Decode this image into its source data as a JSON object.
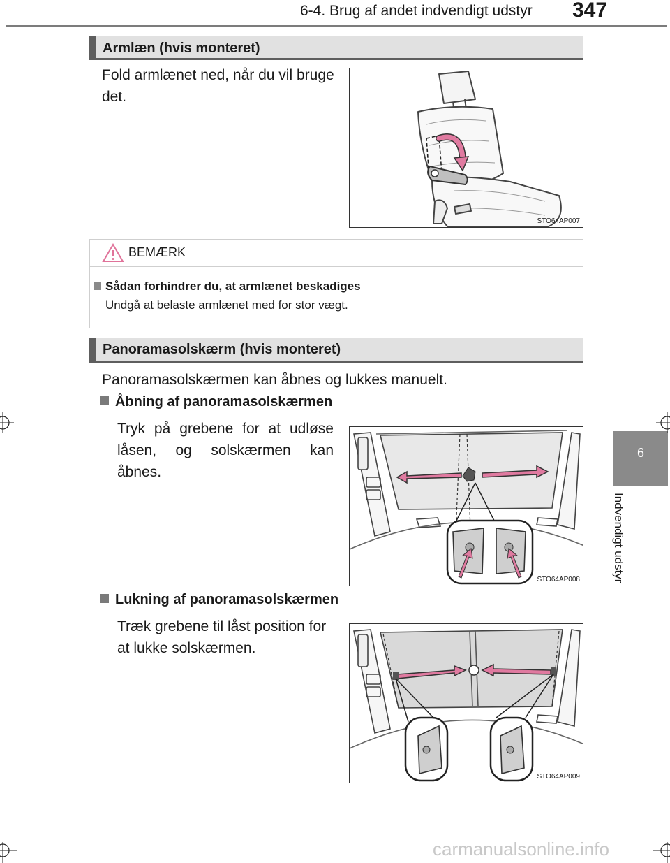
{
  "header": {
    "title": "6-4. Brug af andet indvendigt udstyr",
    "page_number": "347"
  },
  "side_tab": {
    "number": "6",
    "label": "Indvendigt udstyr"
  },
  "armrest": {
    "heading": "Armlæn (hvis monteret)",
    "text": "Fold armlænet ned, når du vil bruge det.",
    "figure_code": "STO64AP007"
  },
  "notice": {
    "label": "BEMÆRK",
    "title": "Sådan forhindrer du, at armlænet beskadiges",
    "text": "Undgå at belaste armlænet med for stor vægt."
  },
  "sunshade": {
    "heading": "Panoramasolskærm (hvis monteret)",
    "intro": "Panoramasolskærmen kan åbnes og lukkes manuelt.",
    "open": {
      "heading": "Åbning af panoramasolskærmen",
      "text": "Tryk på grebene for at udløse låsen, og solskærmen kan åbnes.",
      "figure_code": "STO64AP008"
    },
    "close": {
      "heading": "Lukning af panoramasolskærmen",
      "text": "Træk grebene til låst position for at lukke solskærmen.",
      "figure_code": "STO64AP009"
    }
  },
  "watermark": "carmanualsonline.info",
  "colors": {
    "heading_bg": "#e1e1e1",
    "heading_bar": "#5e5e5e",
    "side_tab": "#8a8a8a",
    "arrow_pink": "#e07aa0",
    "warning_pink": "#e0739a"
  }
}
